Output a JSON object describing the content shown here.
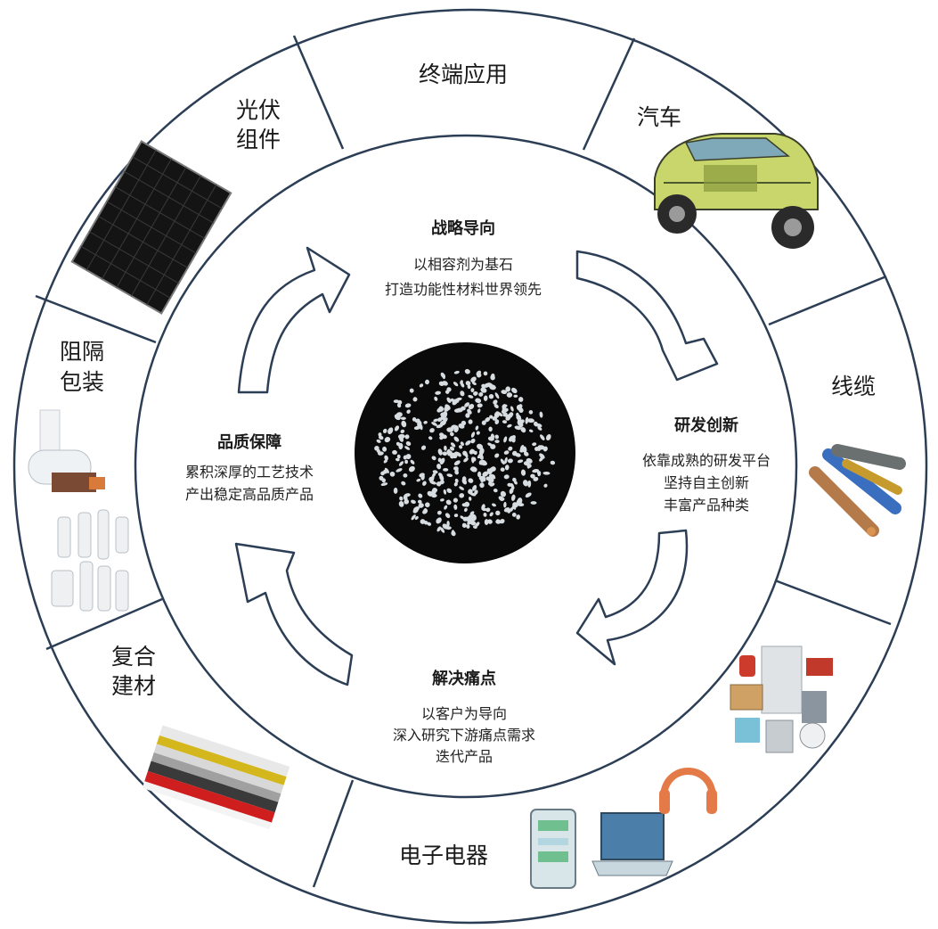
{
  "outer_ring": {
    "title": "终端应用",
    "segments": [
      {
        "name": "auto",
        "lines": [
          "汽车"
        ],
        "icon": "car-icon"
      },
      {
        "name": "cable",
        "lines": [
          "线缆"
        ],
        "icon": "cable-icon"
      },
      {
        "name": "appliance",
        "lines": [],
        "icon": "appliances-icon"
      },
      {
        "name": "electronics",
        "lines": [
          "电子电器"
        ],
        "icon": "devices-icon"
      },
      {
        "name": "building",
        "lines": [
          "复合",
          "建材"
        ],
        "icon": "composite-panel-icon"
      },
      {
        "name": "packaging",
        "lines": [
          "阻隔",
          "包装"
        ],
        "icon": "packaging-icon"
      },
      {
        "name": "pv",
        "lines": [
          "光伏",
          "组件"
        ],
        "icon": "solar-panel-icon"
      }
    ]
  },
  "cycle": [
    {
      "title": "战略导向",
      "lines": [
        "以相容剂为基石",
        "打造功能性材料世界领先"
      ]
    },
    {
      "title": "研发创新",
      "lines": [
        "依靠成熟的研发平台",
        "坚持自主创新",
        "丰富产品种类"
      ]
    },
    {
      "title": "解决痛点",
      "lines": [
        "以客户为导向",
        "深入研究下游痛点需求",
        "迭代产品"
      ]
    },
    {
      "title": "品质保障",
      "lines": [
        "累积深厚的工艺技术",
        "产出稳定高品质产品"
      ]
    }
  ],
  "center": {
    "icon": "resin-pellets-icon"
  },
  "colors": {
    "ring_stroke": "#2c3e55",
    "arrow_stroke": "#2c3e55",
    "center_bg": "#0a0a0a",
    "pellet": "#e8eef2"
  }
}
